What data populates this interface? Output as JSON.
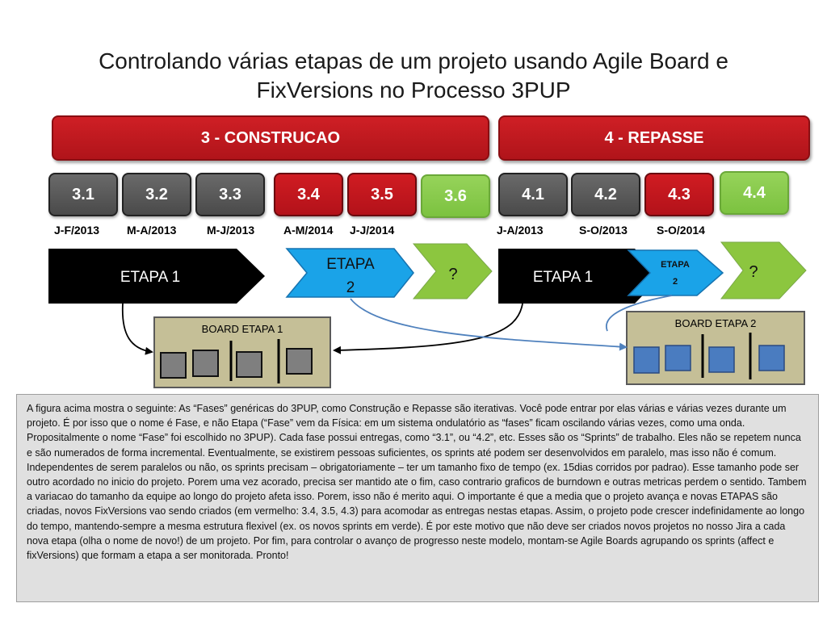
{
  "title_line1": "Controlando várias etapas de um projeto usando Agile Board e",
  "title_line2": "FixVersions no Processo 3PUP",
  "phases": [
    {
      "label": "3 - CONSTRUCAO",
      "color": "#c0171d"
    },
    {
      "label": "4 - REPASSE",
      "color": "#c0171d"
    }
  ],
  "versions": [
    {
      "label": "3.1",
      "state": "gray",
      "date": "J-F/2013"
    },
    {
      "label": "3.2",
      "state": "gray",
      "date": "M-A/2013"
    },
    {
      "label": "3.3",
      "state": "gray",
      "date": "M-J/2013"
    },
    {
      "label": "3.4",
      "state": "red",
      "date": "A-M/2014"
    },
    {
      "label": "3.5",
      "state": "red",
      "date": "J-J/2014"
    },
    {
      "label": "3.6",
      "state": "green",
      "date": ""
    },
    {
      "label": "4.1",
      "state": "gray",
      "date": "J-A/2013"
    },
    {
      "label": "4.2",
      "state": "gray",
      "date": "S-O/2013"
    },
    {
      "label": "4.3",
      "state": "red",
      "date": "S-O/2014"
    },
    {
      "label": "4.4",
      "state": "green",
      "date": ""
    }
  ],
  "arrows": {
    "etapa1_left": "ETAPA 1",
    "etapa2_left_line1": "ETAPA",
    "etapa2_left_line2": "2",
    "question_left": "?",
    "etapa1_right": "ETAPA 1",
    "etapa2_right_line1": "ETAPA",
    "etapa2_right_line2": "2",
    "question_right": "?"
  },
  "boards": {
    "board1_title": "BOARD ETAPA 1",
    "board2_title": "BOARD ETAPA 2"
  },
  "colors": {
    "black_arrow": "#000000",
    "blue_arrow": "#1aa3e8",
    "green_arrow": "#8cc63f",
    "board_bg": "#c5bf97",
    "card_gray": "#7f7f7f",
    "card_blue": "#4a7cc0",
    "connector_blue": "#4f81bd"
  },
  "description": {
    "para1": "A figura acima mostra o seguinte: As “Fases” genéricas do 3PUP, como Construção e Repasse são iterativas. Você pode entrar por elas várias e várias vezes durante um projeto. É por isso que o nome é Fase, e não Etapa (“Fase” vem da Física: em um sistema ondulatório as “fases” ficam oscilando várias vezes, como uma onda. Propositalmente o nome “Fase” foi escolhido no 3PUP). Cada fase possui entregas, como “3.1”, ou “4.2”, etc. Esses são os “Sprints” de trabalho. Eles não se repetem nunca e são numerados de forma incremental. Eventualmente, se existirem pessoas suficientes, os sprints até podem ser desenvolvidos em paralelo, mas isso não é comum.",
    "para2": "Independentes de serem paralelos ou não, os sprints precisam – obrigatoriamente – ter um tamanho fixo de tempo (ex. 15dias corridos por padrao). Esse tamanho pode ser outro acordado no inicio do projeto. Porem uma vez acorado, precisa ser mantido ate o fim, caso contrario graficos de burndown e outras metricas perdem o sentido. Tambem a variacao do tamanho da equipe ao longo do projeto afeta isso. Porem, isso não é merito aqui. O importante é que a media que o projeto avança e novas ETAPAS são criadas, novos FixVersions vao sendo criados (em vermelho: 3.4, 3.5, 4.3) para acomodar as entregas nestas etapas.  Assim, o projeto pode crescer indefinidamente ao longo do tempo, mantendo-sempre a mesma estrutura flexivel (ex. os novos sprints em verde). É por este motivo que não deve ser criados novos projetos no nosso Jira a cada nova etapa (olha o nome de novo!) de um projeto. Por fim, para controlar o avanço de progresso neste modelo, montam-se Agile Boards agrupando os sprints (affect e fixVersions) que formam a etapa a ser monitorada. Pronto!"
  }
}
